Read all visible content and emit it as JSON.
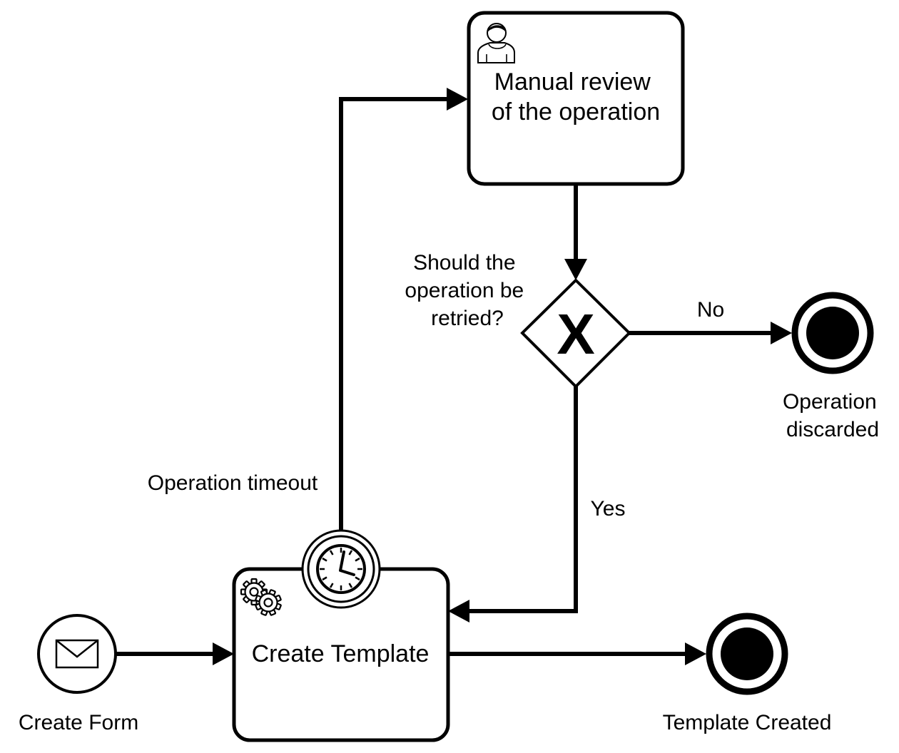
{
  "diagram": {
    "type": "bpmn-process",
    "start_event": {
      "kind": "message",
      "icon": "envelope-icon",
      "label": "Create Form"
    },
    "tasks": {
      "create_template": {
        "kind": "service-task",
        "icon": "gear-icon",
        "label": "Create Template"
      },
      "manual_review": {
        "kind": "user-task",
        "icon": "user-icon",
        "label_line1": "Manual review",
        "label_line2": "of the operation"
      }
    },
    "boundary_event": {
      "kind": "timer",
      "icon": "clock-icon",
      "label": "Operation timeout"
    },
    "gateway": {
      "kind": "exclusive",
      "marker": "X",
      "question_line1": "Should the",
      "question_line2": "operation be",
      "question_line3": "retried?"
    },
    "flows": {
      "yes_label": "Yes",
      "no_label": "No"
    },
    "end_events": {
      "template_created": {
        "label": "Template Created"
      },
      "operation_discarded": {
        "label_line1": "Operation",
        "label_line2": "discarded"
      }
    },
    "colors": {
      "stroke": "#000000",
      "fill": "#ffffff"
    }
  }
}
